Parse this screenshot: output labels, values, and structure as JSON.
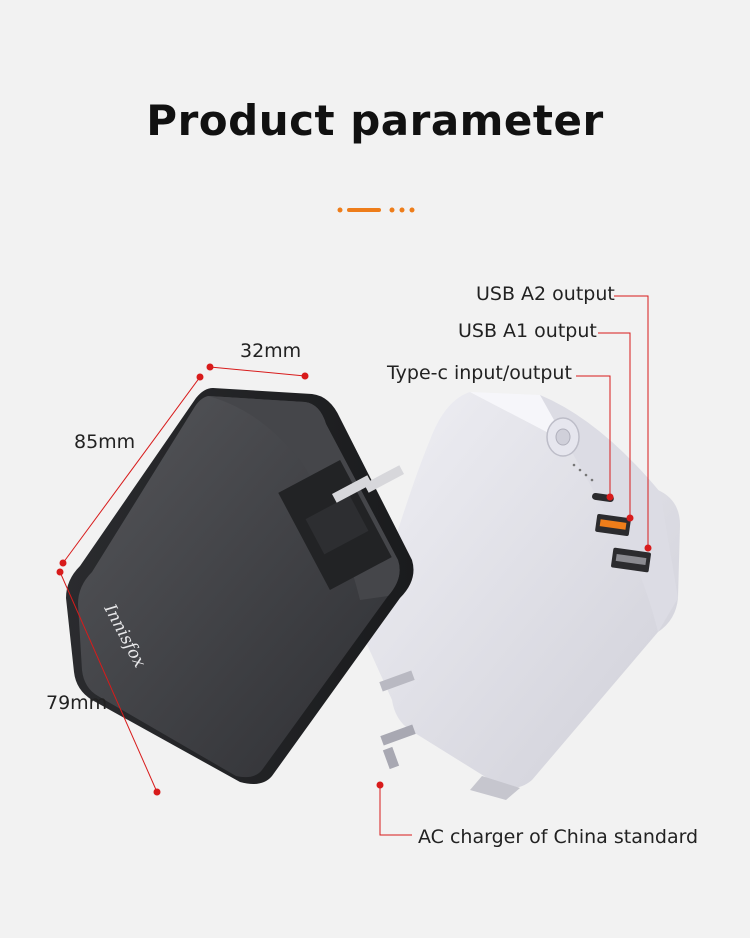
{
  "title": "Product parameter",
  "brand": "Innisfox",
  "dimensions": {
    "width": "32mm",
    "height": "85mm",
    "depth": "79mm"
  },
  "ports": {
    "usb_a2": "USB A2 output",
    "usb_a1": "USB A1 output",
    "type_c": "Type-c input/output",
    "plug": "AC charger of China standard"
  },
  "colors": {
    "accent": "#ee7d1a",
    "callout": "#d81b1b",
    "dark_unit": "#3a3b3e",
    "light_unit": "#e3e3ea"
  }
}
